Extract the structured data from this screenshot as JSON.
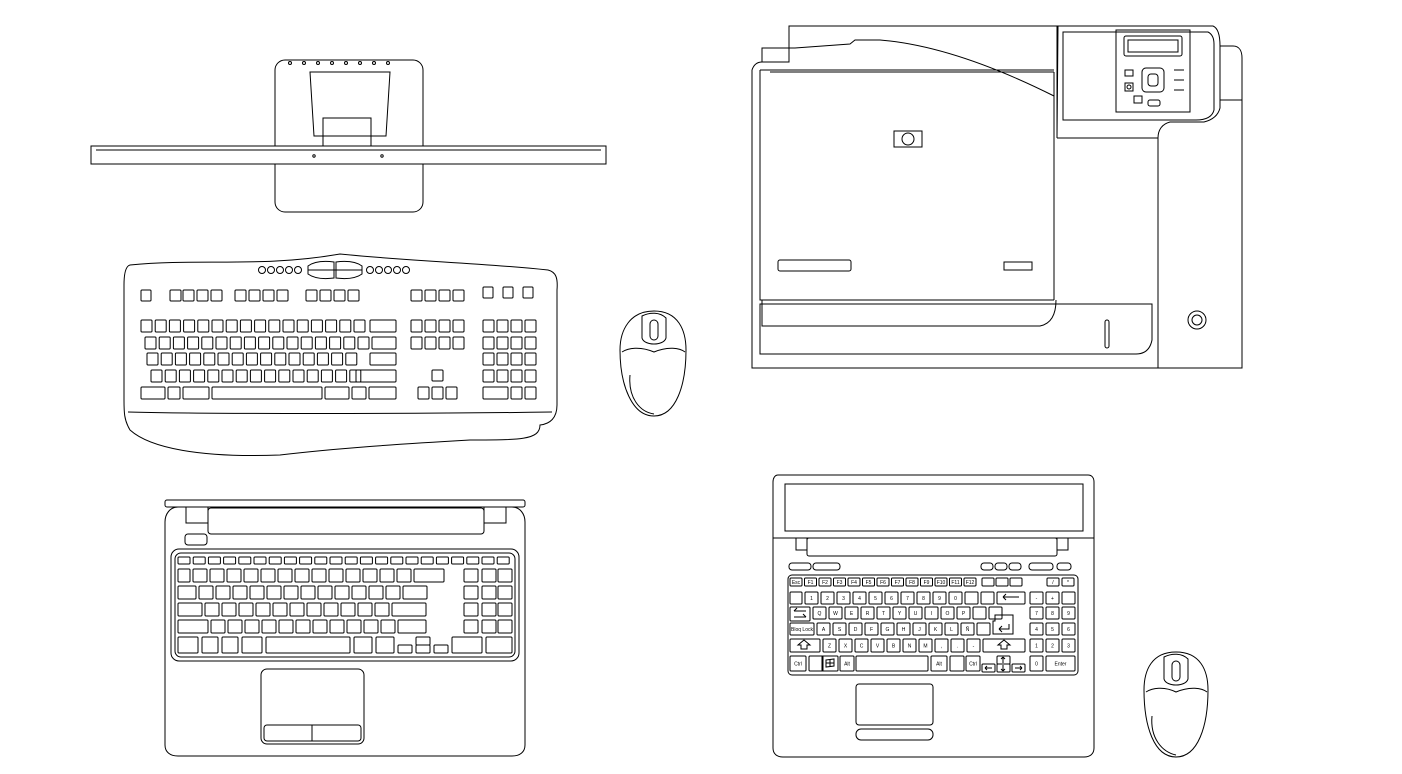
{
  "drawing": {
    "stroke_color": "#000000",
    "background_color": "#ffffff",
    "objects": [
      {
        "id": "monitor",
        "icon": "monitor-icon"
      },
      {
        "id": "desktop-keyboard",
        "icon": "keyboard-icon"
      },
      {
        "id": "desktop-mouse",
        "icon": "mouse-icon"
      },
      {
        "id": "printer",
        "icon": "printer-icon"
      },
      {
        "id": "laptop-left",
        "icon": "laptop-icon"
      },
      {
        "id": "laptop-right",
        "icon": "laptop-icon"
      },
      {
        "id": "laptop-mouse",
        "icon": "mouse-icon"
      }
    ]
  },
  "laptop_right_keys": {
    "fn_row": [
      "Esc",
      "F1",
      "F2",
      "F3",
      "F4",
      "F5",
      "F6",
      "F7",
      "F8",
      "F9",
      "F10",
      "F11",
      "F12"
    ],
    "num_row": [
      "1",
      "2",
      "3",
      "4",
      "5",
      "6",
      "7",
      "8",
      "9",
      "0"
    ],
    "qwerty_row": [
      "Q",
      "W",
      "E",
      "R",
      "T",
      "Y",
      "U",
      "I",
      "O",
      "P"
    ],
    "home_row": [
      "A",
      "S",
      "D",
      "F",
      "G",
      "H",
      "J",
      "K",
      "L",
      "Ñ"
    ],
    "bottom_letters": [
      "Z",
      "X",
      "C",
      "V",
      "B",
      "N",
      "M",
      ",",
      ".",
      "-"
    ],
    "caps_label": "Bloq Lock",
    "ctrl_label": "Ctrl",
    "alt_label": "Alt",
    "altgr_label": "Alt",
    "ctrl_right_label": "Ctrl",
    "enter_label": "Enter",
    "numpad": [
      "/",
      "*",
      "-",
      "+",
      "7",
      "8",
      "9",
      "4",
      "5",
      "6",
      "1",
      "2",
      "3",
      "0"
    ]
  }
}
